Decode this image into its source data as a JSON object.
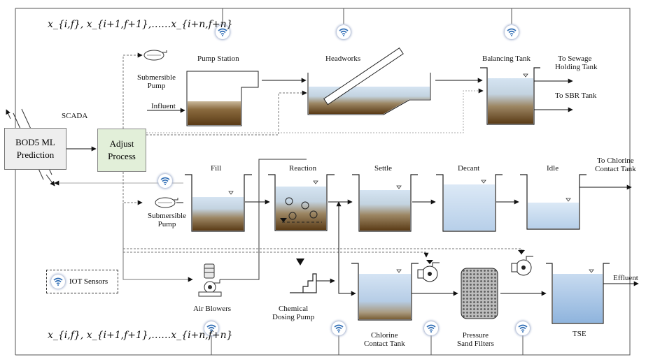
{
  "formulas": {
    "top": "x_{i,f}, x_{i+1,f+1},……x_{i+n,f+n}",
    "bottom": "x_{i,f}, x_{i+1,f+1},……x_{i+n,f+n}"
  },
  "labels": {
    "scada": "SCADA",
    "bod_line1": "BOD5 ML",
    "bod_line2": "Prediction",
    "adjust_line1": "Adjust",
    "adjust_line2": "Process",
    "pump_station": "Pump Station",
    "headworks": "Headworks",
    "balancing_tank": "Balancing Tank",
    "to_sewage_1": "To Sewage",
    "to_sewage_2": "Holding Tank",
    "to_sbr": "To SBR Tank",
    "submersible_1": "Submersible",
    "submersible_2": "Pump",
    "influent": "Influent",
    "fill": "Fill",
    "reaction": "Reaction",
    "settle": "Settle",
    "decant": "Decant",
    "idle": "Idle",
    "to_chlorine_1": "To Chlorine",
    "to_chlorine_2": "Contact Tank",
    "submersible2_1": "Submersible",
    "submersible2_2": "Pump",
    "iot_sensors": "IOT Sensors",
    "air_blowers": "Air Blowers",
    "chem_1": "Chemical",
    "chem_2": "Dosing Pump",
    "chlorine_1": "Chlorine",
    "chlorine_2": "Contact Tank",
    "pressure_1": "Pressure",
    "pressure_2": "Sand Filters",
    "tse": "TSE",
    "effluent": "Effluent"
  },
  "icons": [
    "wifi-icon",
    "pump-icon",
    "blower-icon",
    "dosing-pump-icon",
    "filter-icon"
  ],
  "colors": {
    "water": "#cfe0f2",
    "water_dark": "#8fb4dd",
    "sludge": "#6b4a22",
    "adjust_fill": "#e2efd9",
    "bod_fill": "#eeeeee",
    "wifi": "#2f6db5"
  }
}
